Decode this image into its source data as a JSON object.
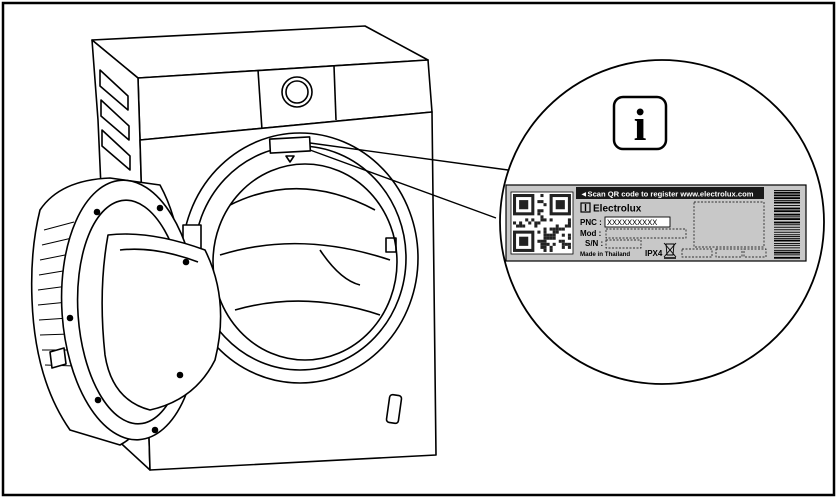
{
  "label": {
    "banner": "◄Scan QR code to register   www.electrolux.com",
    "brand": "Electrolux",
    "pnc_label": "PNC :",
    "pnc_value": "XXXXXXXXXX",
    "mod_label": "Mod :",
    "sn_label": "S/N :",
    "made_in": "Made in Thailand",
    "ipx": "IPX4"
  },
  "info_icon": {
    "glyph": "i"
  },
  "colors": {
    "line": "#000000",
    "label_bg": "#c8c8c8",
    "banner_bg": "#1a1a1a"
  }
}
